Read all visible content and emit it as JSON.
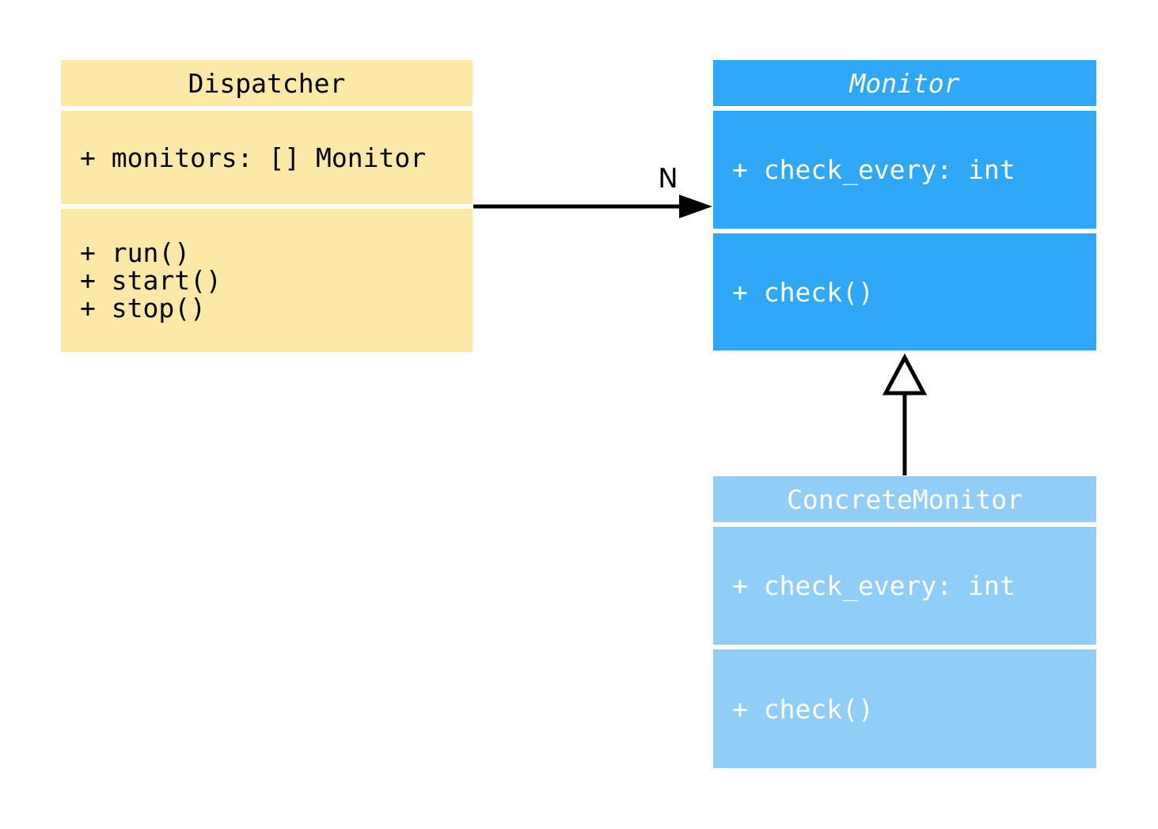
{
  "diagram": {
    "kind": "uml-class-diagram",
    "background_color": "#FFFFFF",
    "classes": [
      {
        "name": "Dispatcher",
        "abstract": false,
        "fill_color": "#FCE9A7",
        "text_color": "#000000",
        "attributes": [
          "+ monitors: [] Monitor"
        ],
        "methods": [
          "+ run()",
          "+ start()",
          "+ stop()"
        ]
      },
      {
        "name": "Monitor",
        "abstract": true,
        "fill_color": "#2FA8F8",
        "text_color": "#FFFFFF",
        "attributes": [
          "+ check_every: int"
        ],
        "methods": [
          "+ check()"
        ]
      },
      {
        "name": "ConcreteMonitor",
        "abstract": false,
        "fill_color": "#90CEF8",
        "text_color": "#FFFFFF",
        "attributes": [
          "+ check_every: int"
        ],
        "methods": [
          "+ check()"
        ]
      }
    ],
    "relationships": [
      {
        "type": "association",
        "from": "Dispatcher",
        "to": "Monitor",
        "label": "N",
        "arrow_style": "filled-arrowhead",
        "color": "#000000"
      },
      {
        "type": "inheritance",
        "from": "ConcreteMonitor",
        "to": "Monitor",
        "label": "",
        "arrow_style": "hollow-triangle",
        "color": "#000000"
      }
    ]
  }
}
